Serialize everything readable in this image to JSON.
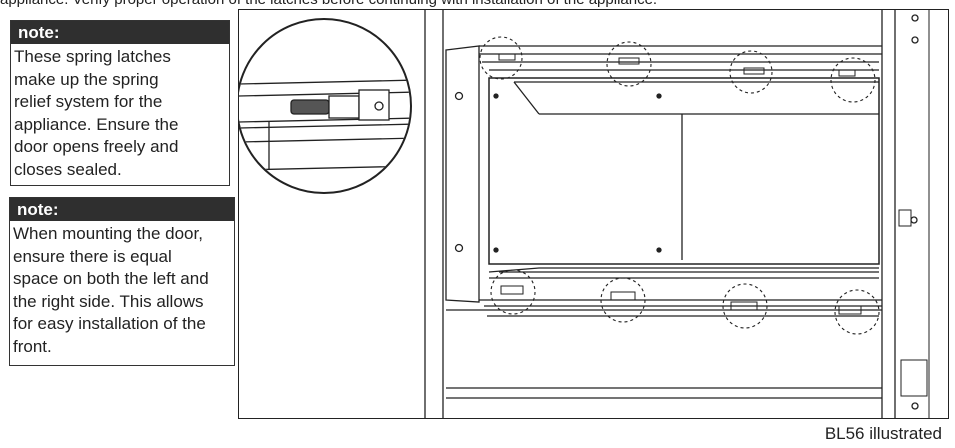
{
  "top_text": "appliance. Verify proper operation of the latches before continuing with installation of the appliance.",
  "notes": [
    {
      "heading": "note:",
      "lines": [
        "These spring latches",
        "make up the spring",
        "relief system for the",
        "appliance. Ensure the",
        "door opens freely and",
        "closes sealed."
      ]
    },
    {
      "heading": "note:",
      "lines": [
        "When mounting the door,",
        "ensure there is equal",
        "space on both the left and",
        "the right side. This allows",
        "for easy installation of the",
        "front."
      ]
    }
  ],
  "figure": {
    "description_icon": "fireplace-door-latches-illustration",
    "caption": "BL56 illustrated"
  }
}
